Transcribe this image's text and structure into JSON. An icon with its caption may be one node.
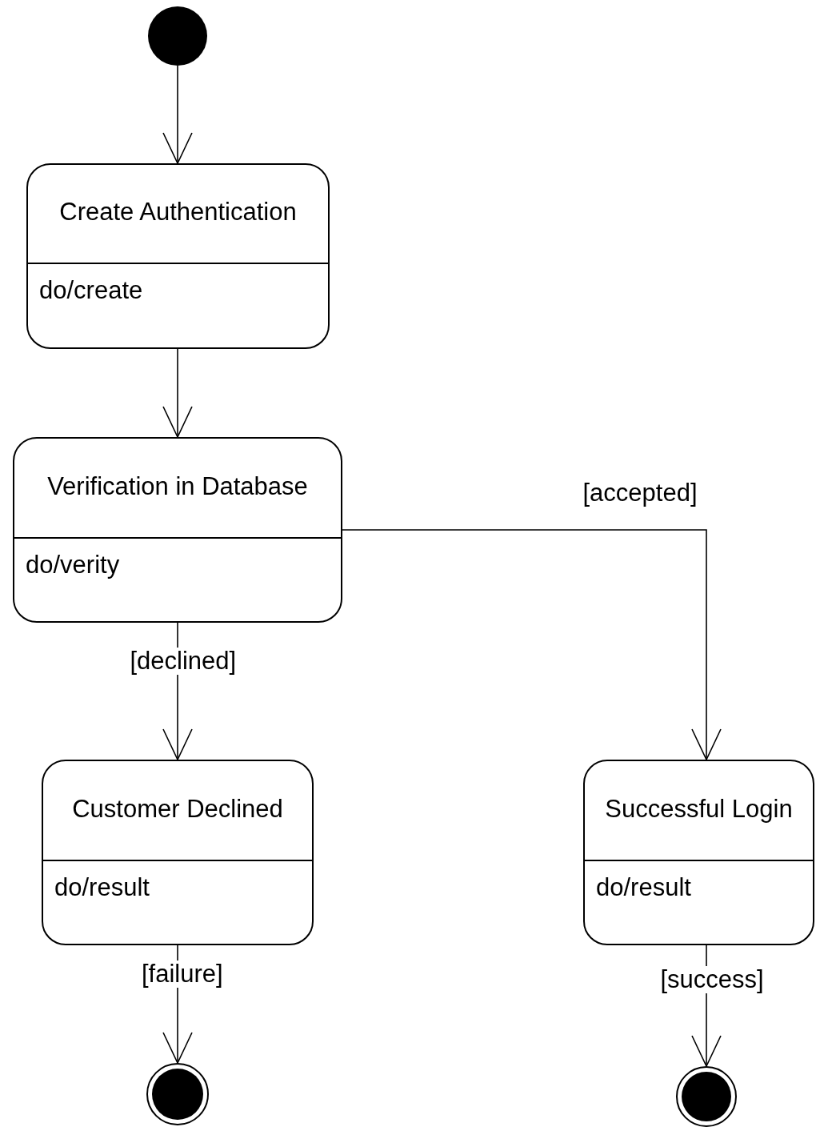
{
  "diagram": {
    "nodes": [
      {
        "text": [],
        "shape": "circle"
      },
      {
        "text": [
          "Create Authentication",
          "do/create"
        ]
      },
      {
        "text": [
          "Verification in Database",
          "do/verity"
        ]
      },
      {
        "text": [
          "Customer Declined",
          "do/result"
        ]
      },
      {
        "text": [
          "Successful Login",
          "do/result"
        ]
      },
      {
        "text": [],
        "shape": "bullseye"
      },
      {
        "text": [],
        "shape": "bullseye"
      }
    ],
    "edges": [
      {
        "from": 0,
        "to": 1,
        "arrow": "to"
      },
      {
        "from": 1,
        "to": 2,
        "arrow": "to"
      },
      {
        "from": 2,
        "to": 3,
        "arrow": "to",
        "label": "[declined]"
      },
      {
        "from": 2,
        "to": 4,
        "arrow": "to",
        "label": "[accepted]"
      },
      {
        "from": 3,
        "to": 5,
        "arrow": "to",
        "label": "[failure]"
      },
      {
        "from": 4,
        "to": 6,
        "arrow": "to",
        "label": "[success]"
      }
    ]
  }
}
